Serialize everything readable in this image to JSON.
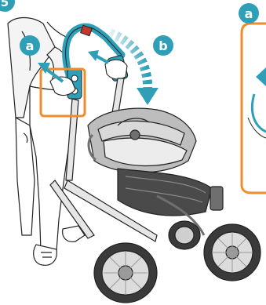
{
  "step": {
    "number": "5"
  },
  "callouts": {
    "a_main": "a",
    "b_main": "b",
    "a_inset": "a"
  },
  "colors": {
    "teal": "#2f9fb8",
    "teal_dark": "#1f7f96",
    "orange": "#f08c2a",
    "line": "#222222",
    "grey_light": "#d9d9d9",
    "grey_mid": "#bdbdbd",
    "grey_dark": "#6f6f6f"
  },
  "icons": [
    "arrow-up-left-icon",
    "curved-down-arrow-icon",
    "hand-icon",
    "wheel-icon"
  ]
}
